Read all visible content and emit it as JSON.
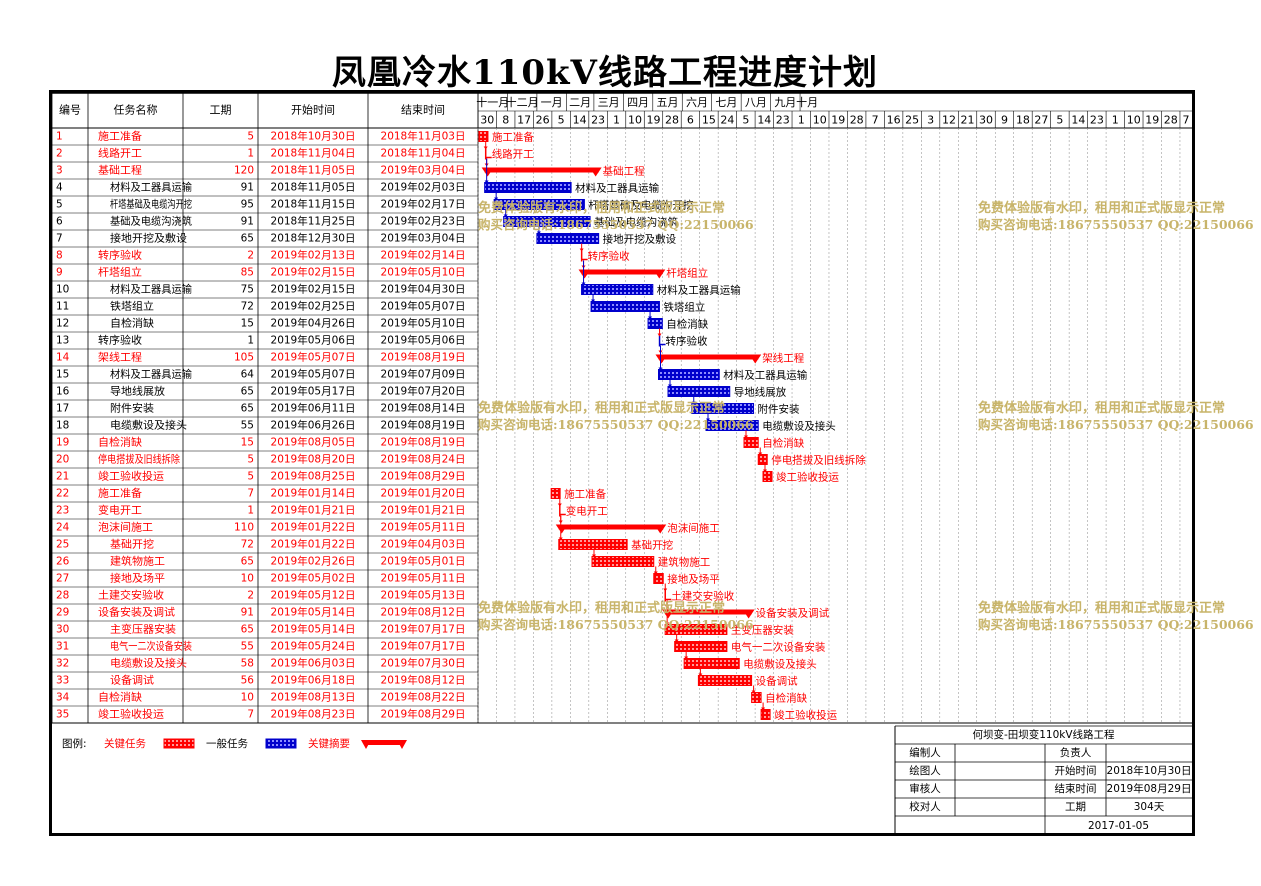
{
  "title": "凤凰冷水110kV线路工程进度计划",
  "headers": {
    "id": "编号",
    "name": "任务名称",
    "dur": "工期",
    "start": "开始时间",
    "end": "结束时间"
  },
  "months": [
    "十一月",
    "十二月",
    "一月",
    "二月",
    "三月",
    "四月",
    "五月",
    "六月",
    "七月",
    "八月",
    "九月",
    "十月"
  ],
  "week_days": [
    "30",
    "8",
    "17",
    "26",
    "5",
    "14",
    "23",
    "1",
    "10",
    "19",
    "28",
    "6",
    "15",
    "24",
    "5",
    "14",
    "23",
    "1",
    "10",
    "19",
    "28",
    "7",
    "16",
    "25",
    "3",
    "12",
    "21",
    "30",
    "9",
    "18",
    "27",
    "5",
    "14",
    "23",
    "1",
    "10",
    "19",
    "28",
    "7"
  ],
  "timeline_start": "2018-10-29",
  "colors": {
    "critical": "#ff0000",
    "normal": "#0000cc",
    "watermark": "#c8b46a"
  },
  "tasks": [
    {
      "id": "1",
      "name": "施工准备",
      "dur": "5",
      "start": "2018年10月30日",
      "end": "2018年11月03日",
      "type": "critical",
      "indent": 1,
      "s": "2018-10-30",
      "e": "2018-11-03"
    },
    {
      "id": "2",
      "name": "线路开工",
      "dur": "1",
      "start": "2018年11月04日",
      "end": "2018年11月04日",
      "type": "milestone",
      "indent": 1,
      "s": "2018-11-04",
      "e": "2018-11-04"
    },
    {
      "id": "3",
      "name": "基础工程",
      "dur": "120",
      "start": "2018年11月05日",
      "end": "2019年03月04日",
      "type": "summary",
      "indent": 1,
      "s": "2018-11-05",
      "e": "2019-03-04"
    },
    {
      "id": "4",
      "name": "材料及工器具运输",
      "dur": "91",
      "start": "2018年11月05日",
      "end": "2019年02月03日",
      "type": "normal",
      "indent": 2,
      "s": "2018-11-05",
      "e": "2019-02-03"
    },
    {
      "id": "5",
      "name": "杆塔基础及电缆沟开挖",
      "dur": "95",
      "start": "2018年11月15日",
      "end": "2019年02月17日",
      "type": "normal",
      "indent": 2,
      "s": "2018-11-15",
      "e": "2019-02-17"
    },
    {
      "id": "6",
      "name": "基础及电缆沟浇筑",
      "dur": "91",
      "start": "2018年11月25日",
      "end": "2019年02月23日",
      "type": "normal",
      "indent": 2,
      "s": "2018-11-25",
      "e": "2019-02-23"
    },
    {
      "id": "7",
      "name": "接地开挖及敷设",
      "dur": "65",
      "start": "2018年12月30日",
      "end": "2019年03月04日",
      "type": "normal",
      "indent": 2,
      "s": "2018-12-30",
      "e": "2019-03-04"
    },
    {
      "id": "8",
      "name": "转序验收",
      "dur": "2",
      "start": "2019年02月13日",
      "end": "2019年02月14日",
      "type": "milestone",
      "indent": 1,
      "s": "2019-02-13",
      "e": "2019-02-14"
    },
    {
      "id": "9",
      "name": "杆塔组立",
      "dur": "85",
      "start": "2019年02月15日",
      "end": "2019年05月10日",
      "type": "summary",
      "indent": 1,
      "s": "2019-02-15",
      "e": "2019-05-10"
    },
    {
      "id": "10",
      "name": "材料及工器具运输",
      "dur": "75",
      "start": "2019年02月15日",
      "end": "2019年04月30日",
      "type": "normal",
      "indent": 2,
      "s": "2019-02-15",
      "e": "2019-04-30"
    },
    {
      "id": "11",
      "name": "铁塔组立",
      "dur": "72",
      "start": "2019年02月25日",
      "end": "2019年05月07日",
      "type": "normal",
      "indent": 2,
      "s": "2019-02-25",
      "e": "2019-05-07"
    },
    {
      "id": "12",
      "name": "自检消缺",
      "dur": "15",
      "start": "2019年04月26日",
      "end": "2019年05月10日",
      "type": "normal",
      "indent": 2,
      "s": "2019-04-26",
      "e": "2019-05-10"
    },
    {
      "id": "13",
      "name": "转序验收",
      "dur": "1",
      "start": "2019年05月06日",
      "end": "2019年05月06日",
      "type": "milestone_blue",
      "indent": 1,
      "s": "2019-05-06",
      "e": "2019-05-06"
    },
    {
      "id": "14",
      "name": "架线工程",
      "dur": "105",
      "start": "2019年05月07日",
      "end": "2019年08月19日",
      "type": "summary",
      "indent": 1,
      "s": "2019-05-07",
      "e": "2019-08-19"
    },
    {
      "id": "15",
      "name": "材料及工器具运输",
      "dur": "64",
      "start": "2019年05月07日",
      "end": "2019年07月09日",
      "type": "normal",
      "indent": 2,
      "s": "2019-05-07",
      "e": "2019-07-09"
    },
    {
      "id": "16",
      "name": "导地线展放",
      "dur": "65",
      "start": "2019年05月17日",
      "end": "2019年07月20日",
      "type": "normal",
      "indent": 2,
      "s": "2019-05-17",
      "e": "2019-07-20"
    },
    {
      "id": "17",
      "name": "附件安装",
      "dur": "65",
      "start": "2019年06月11日",
      "end": "2019年08月14日",
      "type": "normal",
      "indent": 2,
      "s": "2019-06-11",
      "e": "2019-08-14"
    },
    {
      "id": "18",
      "name": "电缆敷设及接头",
      "dur": "55",
      "start": "2019年06月26日",
      "end": "2019年08月19日",
      "type": "normal",
      "indent": 2,
      "s": "2019-06-26",
      "e": "2019-08-19"
    },
    {
      "id": "19",
      "name": "自检消缺",
      "dur": "15",
      "start": "2019年08月05日",
      "end": "2019年08月19日",
      "type": "critical",
      "indent": 1,
      "s": "2019-08-05",
      "e": "2019-08-19"
    },
    {
      "id": "20",
      "name": "停电搭拔及旧线拆除",
      "dur": "5",
      "start": "2019年08月20日",
      "end": "2019年08月24日",
      "type": "critical",
      "indent": 1,
      "s": "2019-08-20",
      "e": "2019-08-24"
    },
    {
      "id": "21",
      "name": "竣工验收投运",
      "dur": "5",
      "start": "2019年08月25日",
      "end": "2019年08月29日",
      "type": "critical",
      "indent": 1,
      "s": "2019-08-25",
      "e": "2019-08-29"
    },
    {
      "id": "22",
      "name": "施工准备",
      "dur": "7",
      "start": "2019年01月14日",
      "end": "2019年01月20日",
      "type": "critical",
      "indent": 1,
      "s": "2019-01-14",
      "e": "2019-01-20"
    },
    {
      "id": "23",
      "name": "变电开工",
      "dur": "1",
      "start": "2019年01月21日",
      "end": "2019年01月21日",
      "type": "milestone",
      "indent": 1,
      "s": "2019-01-21",
      "e": "2019-01-21"
    },
    {
      "id": "24",
      "name": "泡沫间施工",
      "dur": "110",
      "start": "2019年01月22日",
      "end": "2019年05月11日",
      "type": "summary",
      "indent": 1,
      "s": "2019-01-22",
      "e": "2019-05-11"
    },
    {
      "id": "25",
      "name": "基础开挖",
      "dur": "72",
      "start": "2019年01月22日",
      "end": "2019年04月03日",
      "type": "critical",
      "indent": 2,
      "s": "2019-01-22",
      "e": "2019-04-03"
    },
    {
      "id": "26",
      "name": "建筑物施工",
      "dur": "65",
      "start": "2019年02月26日",
      "end": "2019年05月01日",
      "type": "critical",
      "indent": 2,
      "s": "2019-02-26",
      "e": "2019-05-01"
    },
    {
      "id": "27",
      "name": "接地及场平",
      "dur": "10",
      "start": "2019年05月02日",
      "end": "2019年05月11日",
      "type": "critical",
      "indent": 2,
      "s": "2019-05-02",
      "e": "2019-05-11"
    },
    {
      "id": "28",
      "name": "土建交安验收",
      "dur": "2",
      "start": "2019年05月12日",
      "end": "2019年05月13日",
      "type": "milestone",
      "indent": 1,
      "s": "2019-05-12",
      "e": "2019-05-13"
    },
    {
      "id": "29",
      "name": "设备安装及调试",
      "dur": "91",
      "start": "2019年05月14日",
      "end": "2019年08月12日",
      "type": "summary",
      "indent": 1,
      "s": "2019-05-14",
      "e": "2019-08-12"
    },
    {
      "id": "30",
      "name": "主变压器安装",
      "dur": "65",
      "start": "2019年05月14日",
      "end": "2019年07月17日",
      "type": "critical",
      "indent": 2,
      "s": "2019-05-14",
      "e": "2019-07-17"
    },
    {
      "id": "31",
      "name": "电气一二次设备安装",
      "dur": "55",
      "start": "2019年05月24日",
      "end": "2019年07月17日",
      "type": "critical",
      "indent": 2,
      "s": "2019-05-24",
      "e": "2019-07-17"
    },
    {
      "id": "32",
      "name": "电缆敷设及接头",
      "dur": "58",
      "start": "2019年06月03日",
      "end": "2019年07月30日",
      "type": "critical",
      "indent": 2,
      "s": "2019-06-03",
      "e": "2019-07-30"
    },
    {
      "id": "33",
      "name": "设备调试",
      "dur": "56",
      "start": "2019年06月18日",
      "end": "2019年08月12日",
      "type": "critical",
      "indent": 2,
      "s": "2019-06-18",
      "e": "2019-08-12"
    },
    {
      "id": "34",
      "name": "自检消缺",
      "dur": "10",
      "start": "2019年08月13日",
      "end": "2019年08月22日",
      "type": "critical",
      "indent": 1,
      "s": "2019-08-13",
      "e": "2019-08-22"
    },
    {
      "id": "35",
      "name": "竣工验收投运",
      "dur": "7",
      "start": "2019年08月23日",
      "end": "2019年08月29日",
      "type": "critical",
      "indent": 1,
      "s": "2019-08-23",
      "e": "2019-08-29"
    }
  ],
  "legend": {
    "label": "图例:",
    "critical": "关键任务",
    "normal": "一般任务",
    "summary": "关键摘要"
  },
  "info": {
    "project": "何坝变-田坝变110kV线路工程",
    "editor": "编制人",
    "owner": "负责人",
    "drawer": "绘图人",
    "start_label": "开始时间",
    "start_value": "2018年10月30日",
    "reviewer": "审核人",
    "end_label": "结束时间",
    "end_value": "2019年08月29日",
    "checker": "校对人",
    "dur_label": "工期",
    "dur_value": "304天",
    "date": "2017-01-05"
  },
  "watermark": {
    "line1": "免费体验版有水印，租用和正式版显示正常",
    "line2": "购买咨询电话:18675550537 QQ:22150066"
  }
}
